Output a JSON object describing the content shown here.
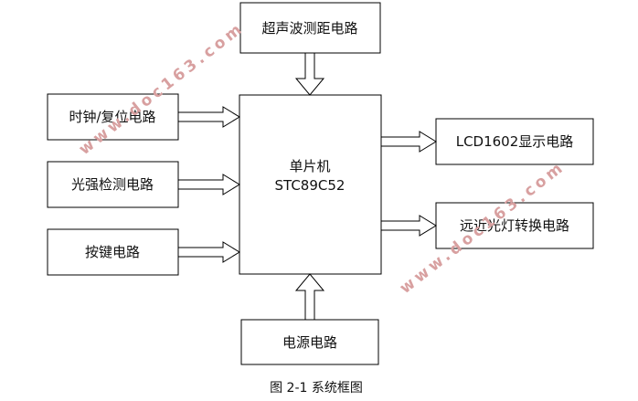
{
  "diagram": {
    "boxes": {
      "ultrasonic": "超声波测距电路",
      "clock_reset": "时钟/复位电路",
      "light_detect": "光强检测电路",
      "keys": "按键电路",
      "mcu_line1": "单片机",
      "mcu_line2": "STC89C52",
      "lcd": "LCD1602显示电路",
      "light_switch": "远近光灯转换电路",
      "power": "电源电路"
    },
    "caption": "图 2-1  系统框图",
    "watermarks": [
      "www.doc163.com",
      "www.doc163.com"
    ]
  }
}
